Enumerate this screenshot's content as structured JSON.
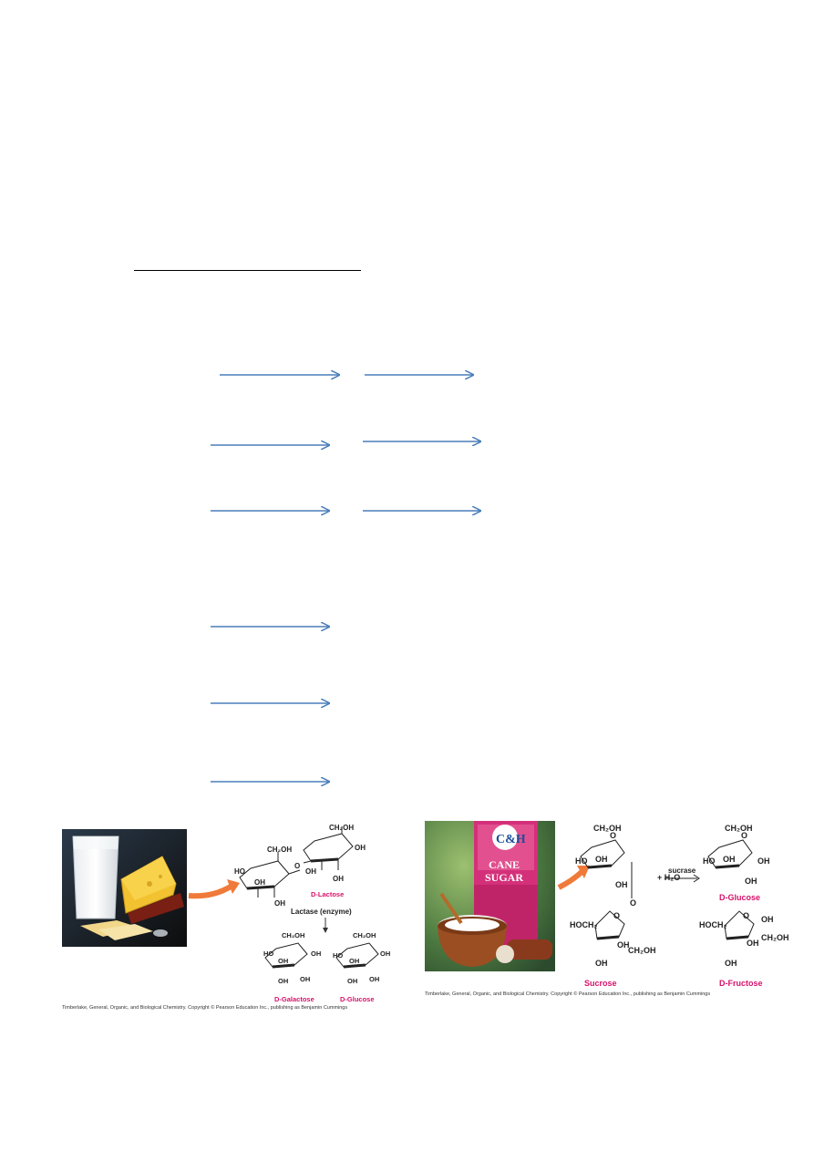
{
  "left_figure": {
    "lactose_label": "D-Lactose",
    "enzyme_label": "Lactase (enzyme)",
    "galactose_label": "D-Galactose",
    "glucose_label": "D-Glucose",
    "caption": "Timberlake, General, Organic, and Biological Chemistry.  Copyright © Pearson Education Inc., publishing as Benjamin Cummings"
  },
  "right_figure": {
    "package_logo": "C&H",
    "package_text_1": "CANE",
    "package_text_2": "SUGAR",
    "water_label": "+ H2O",
    "enzyme_label": "sucrase",
    "sucrose_label": "Sucrose",
    "glucose_label": "D-Glucose",
    "fructose_label": "D-Fructose",
    "caption": "Timberlake, General, Organic, and Biological Chemistry.  Copyright © Pearson Education Inc., publishing as Benjamin Cummings"
  },
  "colors": {
    "arrow": "#4a7ebb",
    "label_magenta": "#d6126b",
    "orange_arrow": "#f07a3a"
  }
}
